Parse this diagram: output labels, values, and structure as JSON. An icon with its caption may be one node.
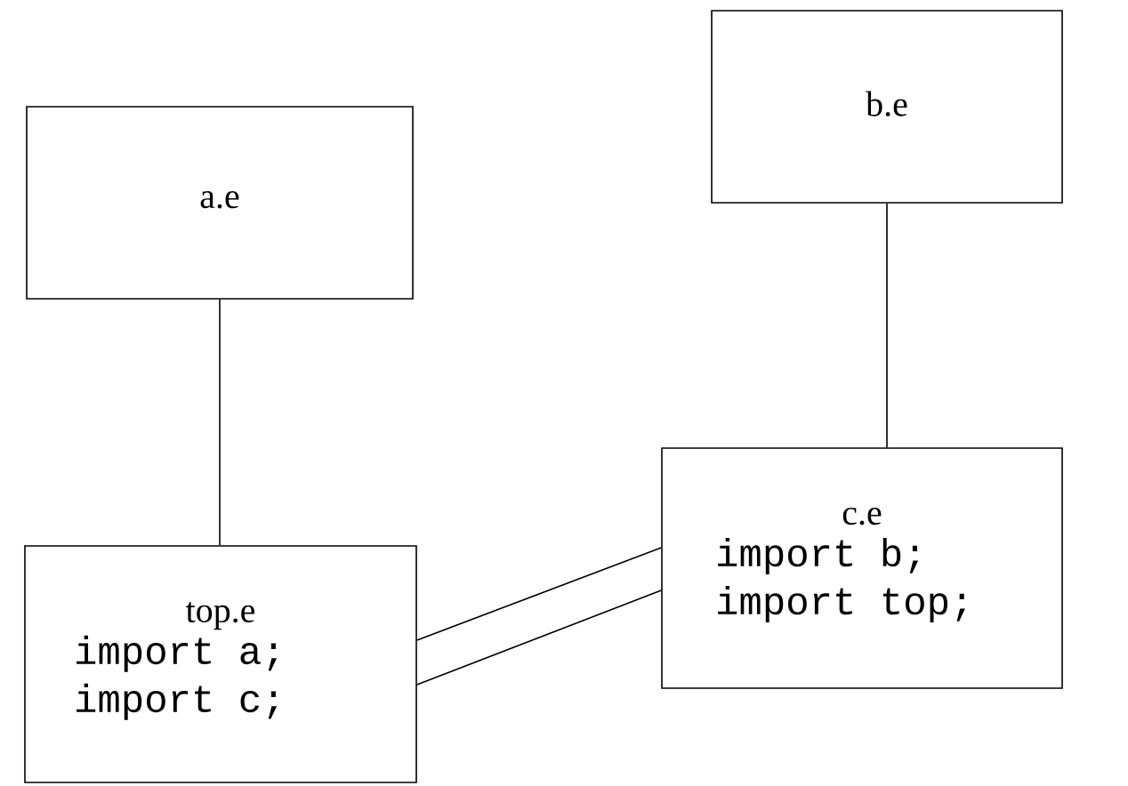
{
  "diagram": {
    "nodes": [
      {
        "text": [
          "a.e"
        ]
      },
      {
        "text": [
          "b.e"
        ]
      },
      {
        "text": [
          "top.e",
          "import a; import c;"
        ]
      },
      {
        "text": [
          "c.e",
          "import b; import top;"
        ]
      }
    ],
    "edges": [
      {
        "from": 0,
        "to": 2,
        "arrow": "none"
      },
      {
        "from": 1,
        "to": 3,
        "arrow": "none"
      },
      {
        "from": 2,
        "to": 3,
        "arrow": "none"
      },
      {
        "from": 2,
        "to": 3,
        "arrow": "none"
      }
    ]
  }
}
